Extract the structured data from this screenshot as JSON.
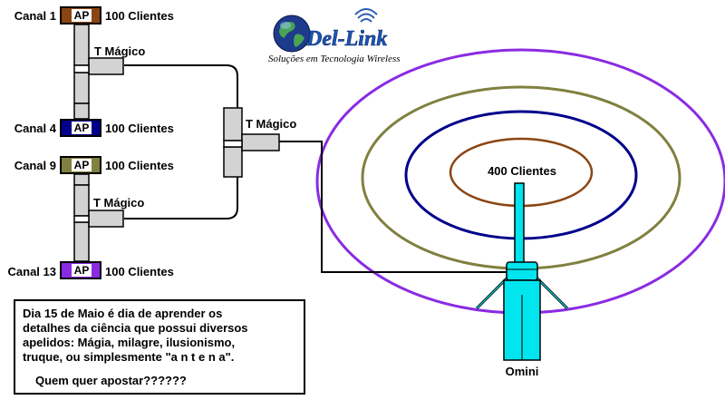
{
  "access_points": [
    {
      "channel": "Canal 1",
      "ap": "AP",
      "clients": "100 Clientes",
      "color": "#8B4513"
    },
    {
      "channel": "Canal 4",
      "ap": "AP",
      "clients": "100 Clientes",
      "color": "#00008B"
    },
    {
      "channel": "Canal 9",
      "ap": "AP",
      "clients": "100 Clientes",
      "color": "#808040"
    },
    {
      "channel": "Canal 13",
      "ap": "AP",
      "clients": "100 Clientes",
      "color": "#8A2BE2"
    }
  ],
  "splitters": {
    "top": "T Mágico",
    "middle": "T Mágico",
    "bottom": "T Mágico"
  },
  "logo": {
    "name": "Del-Link",
    "tagline": "Soluções em Tecnologia Wireless"
  },
  "antenna": {
    "coverage": "400 Clientes",
    "label": "Omini",
    "color": "#00E5EE"
  },
  "rings": [
    "#8A2BE2",
    "#808040",
    "#00008B",
    "#8B4513"
  ],
  "caption": {
    "lines": [
      "Dia 15 de Maio é dia de aprender os",
      "detalhes da ciência que possui diversos",
      "apelidos: Mágia, milagre, ilusionismo,",
      "truque, ou simplesmente \"a n t e n a\"."
    ],
    "question": "Quem quer apostar??????"
  }
}
